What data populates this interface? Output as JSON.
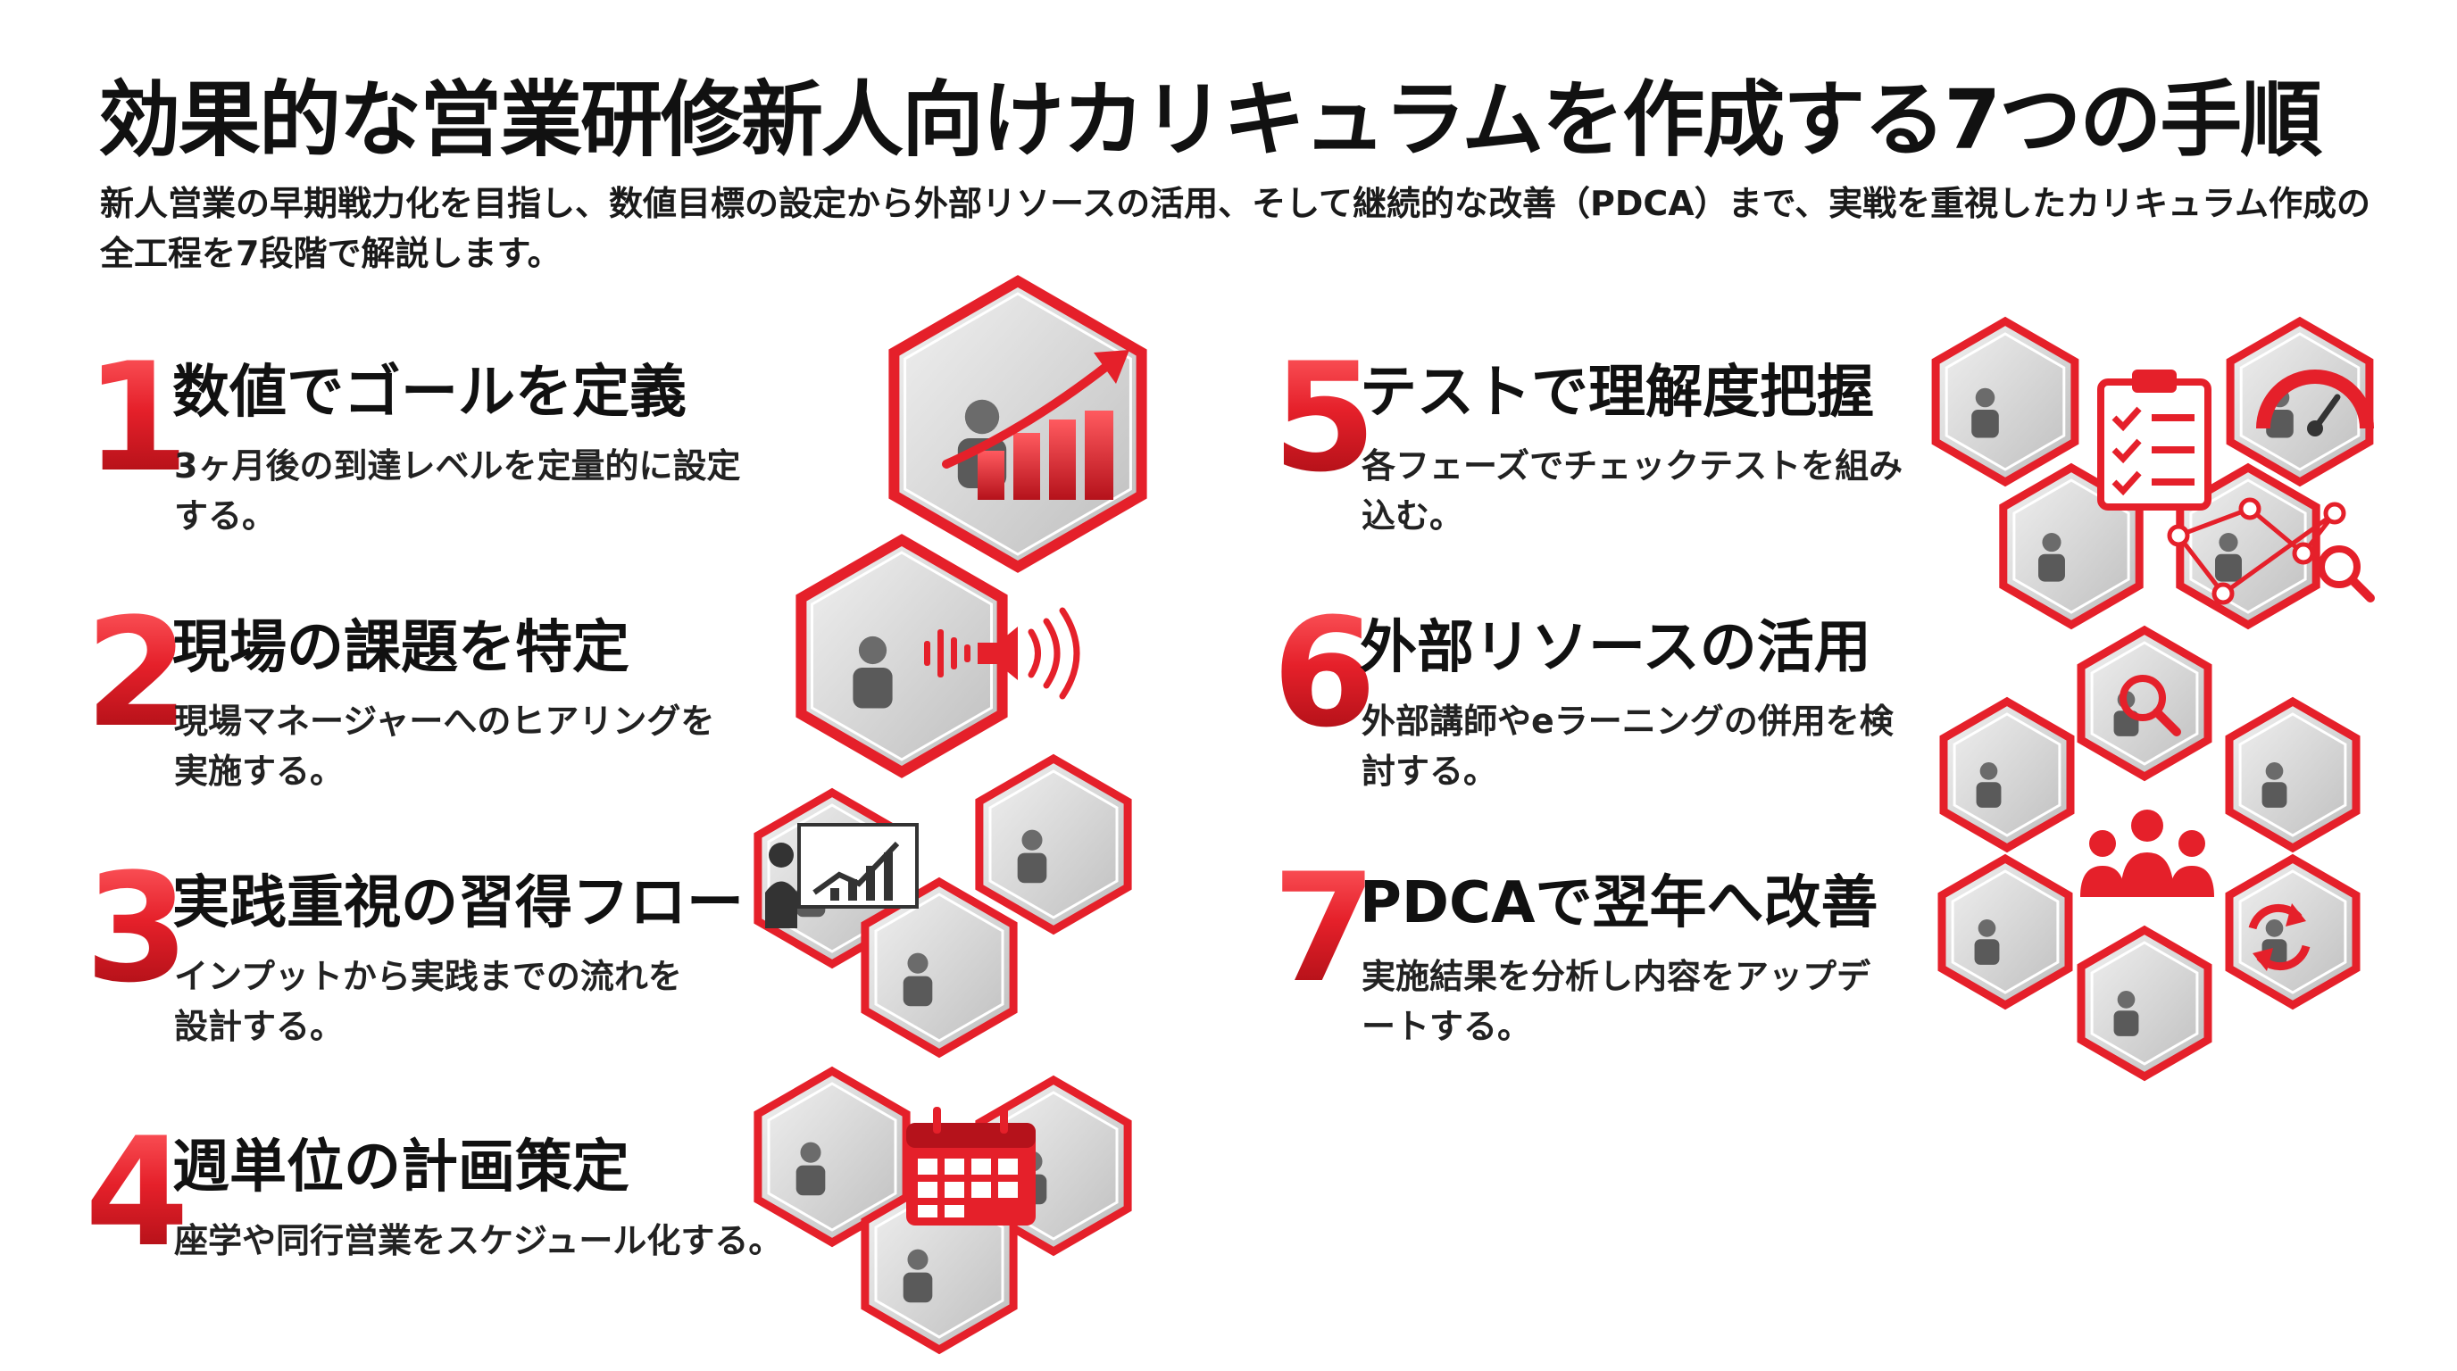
{
  "header": {
    "title": "効果的な営業研修新人向けカリキュラムを作成する7つの手順",
    "subtitle": "新人営業の早期戦力化を目指し、数値目標の設定から外部リソースの活用、そして継続的な改善（PDCA）まで、実戦を重視したカリキュラム作成の全工程を7段階で解説します。"
  },
  "steps": [
    {
      "number": "1",
      "title": "数値でゴールを定義",
      "description": "3ヶ月後の到達レベルを定量的に設定する。"
    },
    {
      "number": "2",
      "title": "現場の課題を特定",
      "description": "現場マネージャーへのヒアリングを実施する。"
    },
    {
      "number": "3",
      "title": "実践重視の習得フロー",
      "description": "インプットから実践までの流れを設計する。"
    },
    {
      "number": "4",
      "title": "週単位の計画策定",
      "description": "座学や同行営業をスケジュール化する。"
    },
    {
      "number": "5",
      "title": "テストで理解度把握",
      "description": "各フェーズでチェックテストを組み込む。"
    },
    {
      "number": "6",
      "title": "外部リソースの活用",
      "description": "外部講師やeラーニングの併用を検討する。"
    },
    {
      "number": "7",
      "title": "PDCAで翌年へ改善",
      "description": "実施結果を分析し内容をアップデートする。"
    }
  ],
  "colors": {
    "accent": "#e5202a",
    "accent_dark": "#a70d14",
    "text": "#111111"
  },
  "illustrations": [
    "growth-chart-icon",
    "sound-wave-icon",
    "speaker-icon",
    "presentation-icon",
    "calendar-icon",
    "clipboard-checklist-icon",
    "gauge-icon",
    "network-graph-icon",
    "magnifier-icon",
    "team-icon",
    "refresh-icon"
  ]
}
